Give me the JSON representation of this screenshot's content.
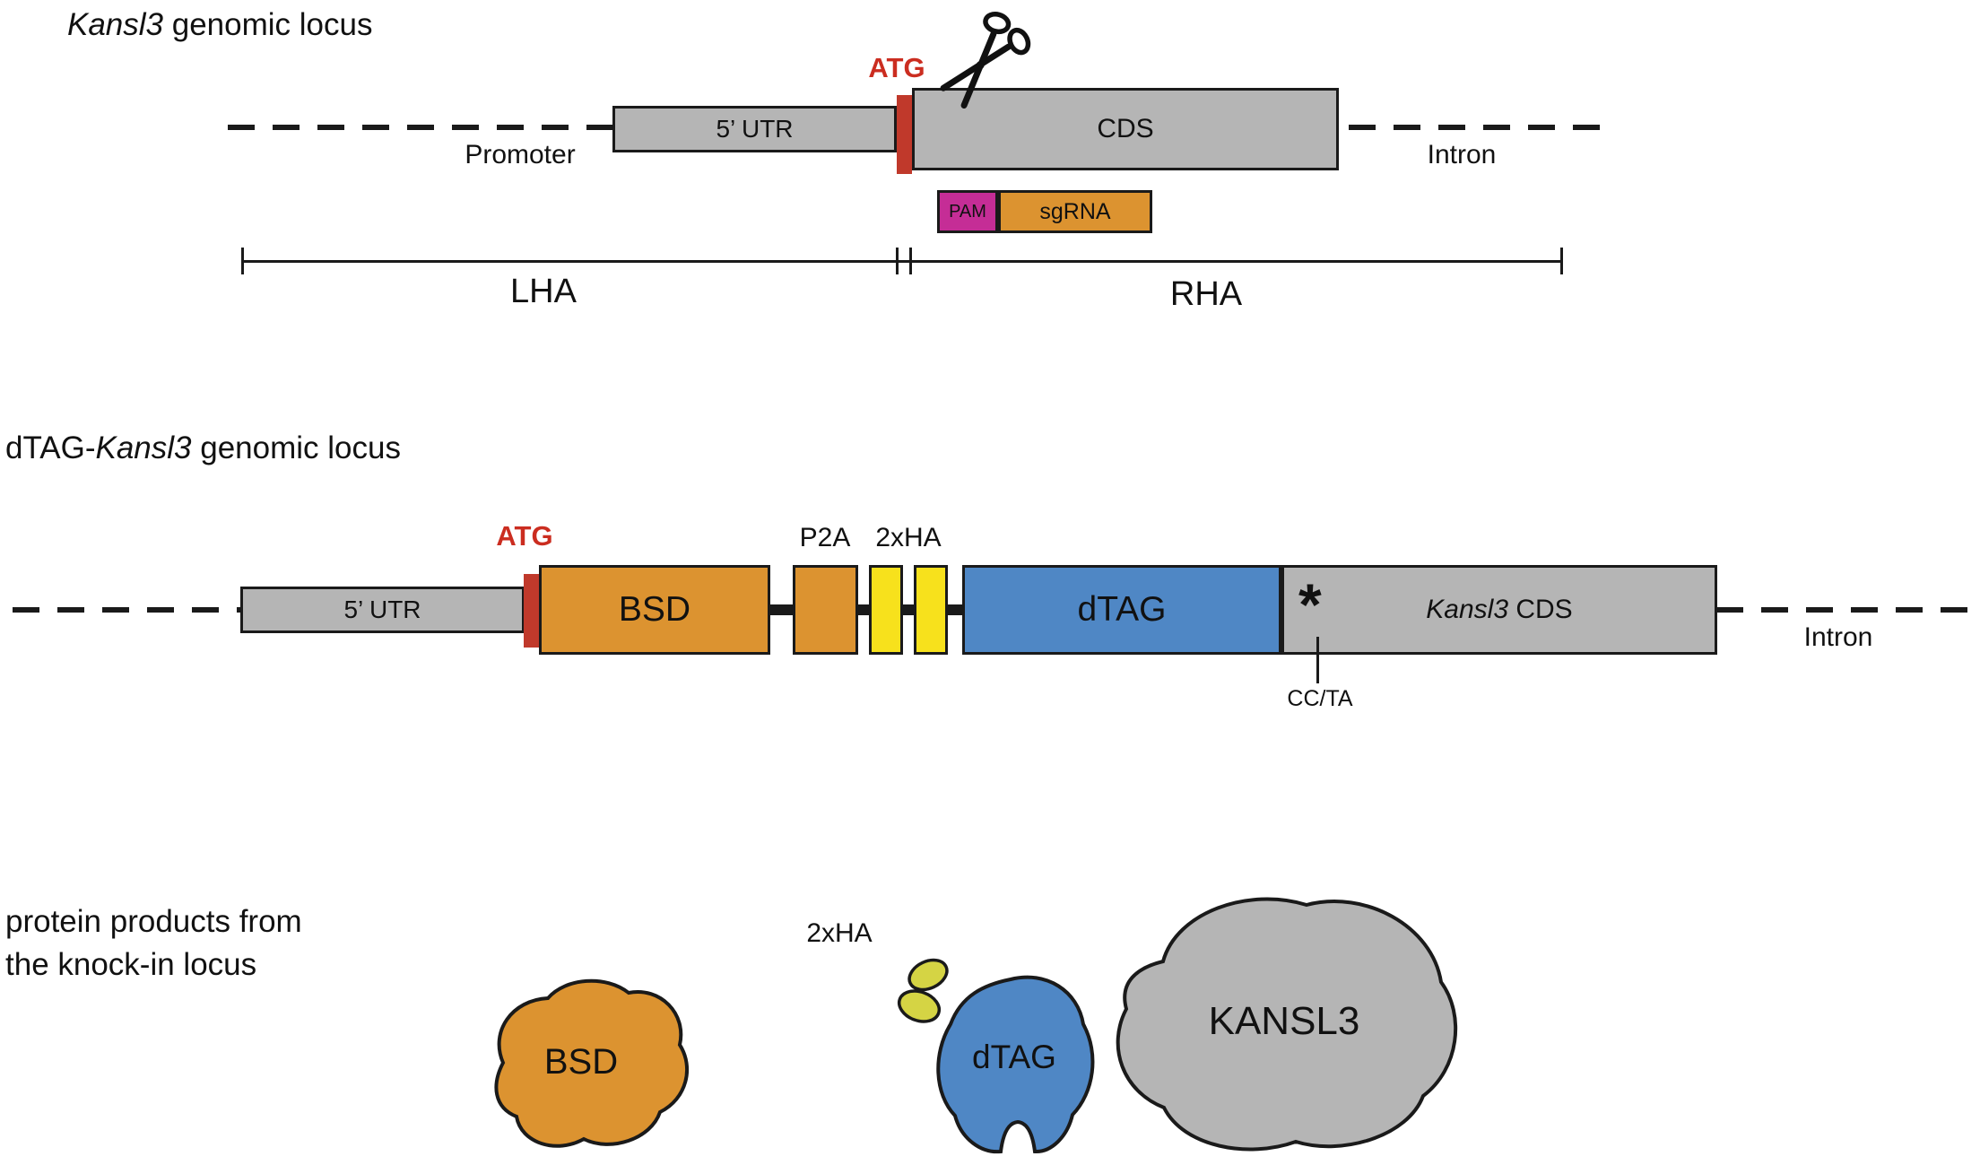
{
  "colors": {
    "gray": "#b5b5b5",
    "orange": "#dc9330",
    "yellow": "#f7e11c",
    "blue": "#4f87c5",
    "magenta": "#c52d96",
    "red": "#c0392b",
    "red_text": "#cb2d20",
    "yellow_green": "#d5d444",
    "outline": "#1a1a1a"
  },
  "top": {
    "title_italic": "Kansl3",
    "title_rest": " genomic locus",
    "promoter_label": "Promoter",
    "utr_label": "5’ UTR",
    "atg_label": "ATG",
    "cds_label": "CDS",
    "intron_label": "Intron",
    "pam_label": "PAM",
    "sgrna_label": "sgRNA",
    "lha_label": "LHA",
    "rha_label": "RHA"
  },
  "middle": {
    "title_prefix": "dTAG-",
    "title_italic": "Kansl3",
    "title_rest": " genomic locus",
    "utr_label": "5’ UTR",
    "atg_label": "ATG",
    "bsd_label": "BSD",
    "p2a_label": "P2A",
    "ha_label": "2xHA",
    "dtag_label": "dTAG",
    "asterisk": "*",
    "cds_italic": "Kansl3",
    "cds_rest": " CDS",
    "mutation_label": "CC/TA",
    "intron_label": "Intron"
  },
  "bottom": {
    "caption_line1": "protein products from",
    "caption_line2": "the knock-in locus",
    "bsd_label": "BSD",
    "ha_label": "2xHA",
    "dtag_label": "dTAG",
    "kansl3_label": "KANSL3"
  }
}
